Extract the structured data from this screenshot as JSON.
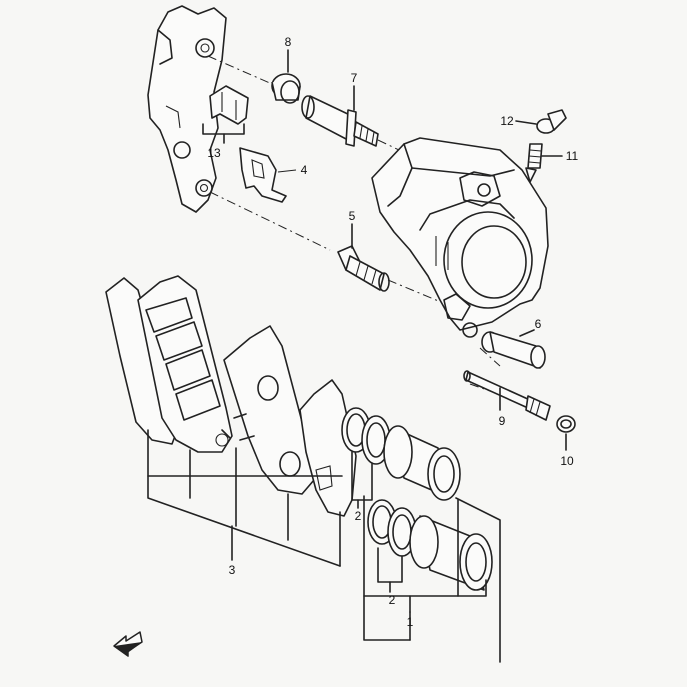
{
  "diagram": {
    "callouts": [
      {
        "id": "c8",
        "label": "8"
      },
      {
        "id": "c7",
        "label": "7"
      },
      {
        "id": "c12",
        "label": "12"
      },
      {
        "id": "c11",
        "label": "11"
      },
      {
        "id": "c13",
        "label": "13"
      },
      {
        "id": "c4",
        "label": "4"
      },
      {
        "id": "c5",
        "label": "5"
      },
      {
        "id": "c6",
        "label": "6"
      },
      {
        "id": "c9",
        "label": "9"
      },
      {
        "id": "c10",
        "label": "10"
      },
      {
        "id": "c2a",
        "label": "2"
      },
      {
        "id": "c2b",
        "label": "2"
      },
      {
        "id": "c3",
        "label": "3"
      },
      {
        "id": "c1",
        "label": "1"
      }
    ],
    "front_arrow_icon": "front-direction-arrow-icon"
  }
}
